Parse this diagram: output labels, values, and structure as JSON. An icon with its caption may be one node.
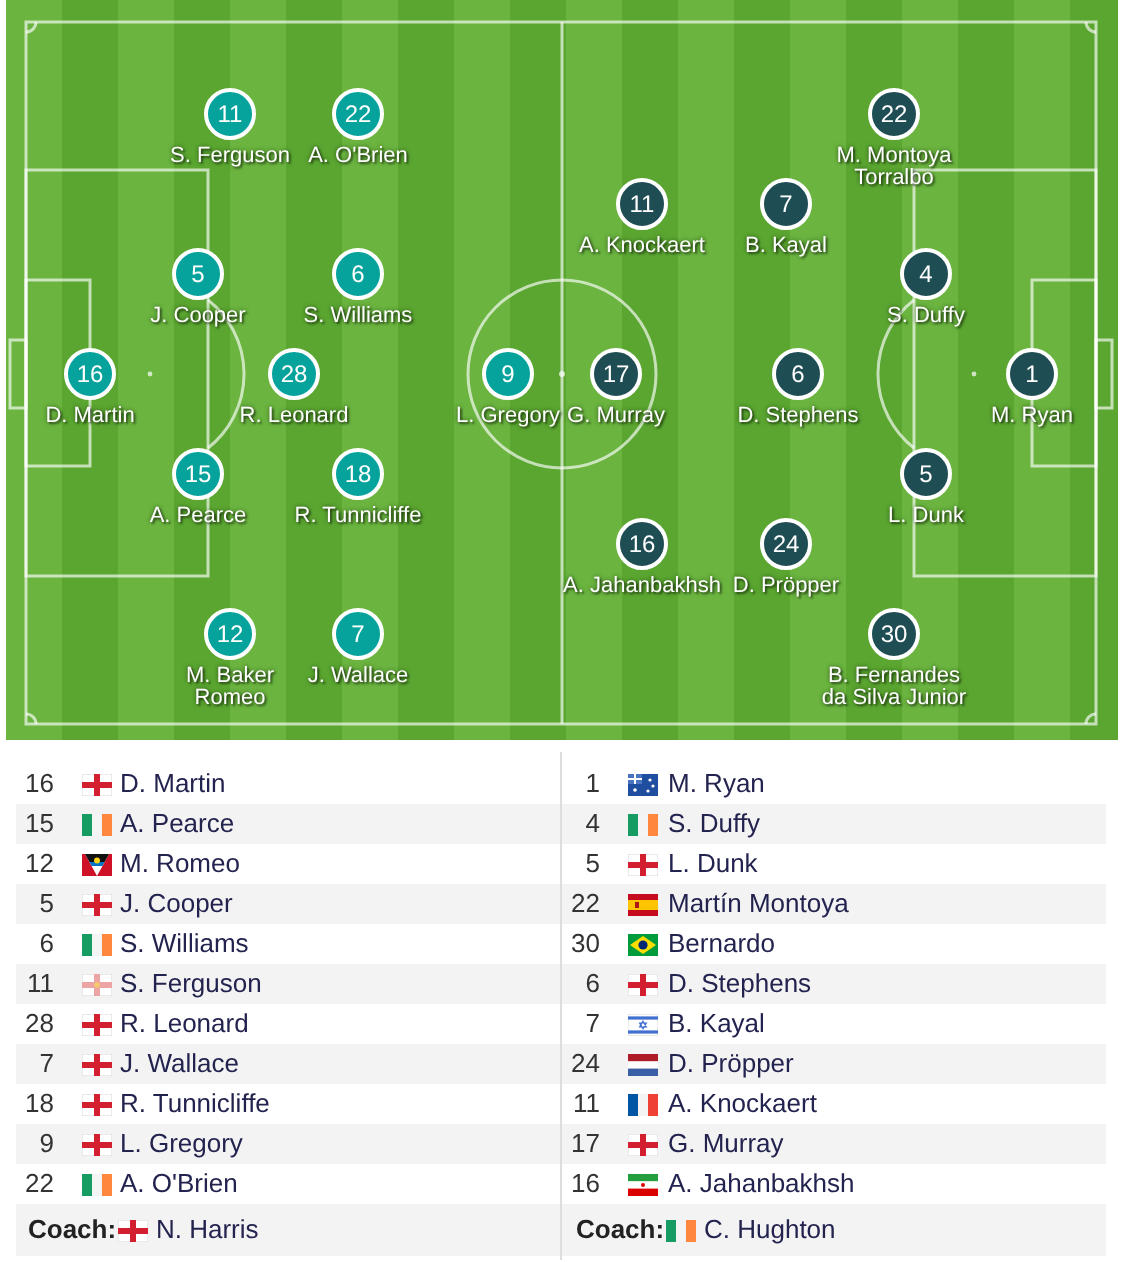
{
  "diagram": {
    "nodes": [
      {
        "text": [
          "11"
        ],
        "beside": [
          "S. Ferguson"
        ]
      },
      {
        "text": [
          "22"
        ],
        "beside": [
          "A. O'Brien"
        ]
      },
      {
        "text": [
          "5"
        ],
        "beside": [
          "J. Cooper"
        ]
      },
      {
        "text": [
          "6"
        ],
        "beside": [
          "S. Williams"
        ]
      },
      {
        "text": [
          "16"
        ],
        "beside": [
          "D. Martin"
        ]
      },
      {
        "text": [
          "28"
        ],
        "beside": [
          "R. Leonard"
        ]
      },
      {
        "text": [
          "9"
        ],
        "beside": [
          "L. Gregory"
        ]
      },
      {
        "text": [
          "15"
        ],
        "beside": [
          "A. Pearce"
        ]
      },
      {
        "text": [
          "18"
        ],
        "beside": [
          "R. Tunnicliffe"
        ]
      },
      {
        "text": [
          "12"
        ],
        "beside": [
          "M. Baker Romeo"
        ]
      },
      {
        "text": [
          "7"
        ],
        "beside": [
          "J. Wallace"
        ]
      },
      {
        "text": [
          "22"
        ],
        "beside": [
          "M. Montoya Torralbo"
        ]
      },
      {
        "text": [
          "11"
        ],
        "beside": [
          "A. Knockaert"
        ]
      },
      {
        "text": [
          "7"
        ],
        "beside": [
          "B. Kayal"
        ]
      },
      {
        "text": [
          "4"
        ],
        "beside": [
          "S. Duffy"
        ]
      },
      {
        "text": [
          "17"
        ],
        "beside": [
          "G. Murray"
        ]
      },
      {
        "text": [
          "6"
        ],
        "beside": [
          "D. Stephens"
        ]
      },
      {
        "text": [
          "1"
        ],
        "beside": [
          "M. Ryan"
        ]
      },
      {
        "text": [
          "5"
        ],
        "beside": [
          "L. Dunk"
        ]
      },
      {
        "text": [
          "16"
        ],
        "beside": [
          "A. Jahanbakhsh"
        ]
      },
      {
        "text": [
          "24"
        ],
        "beside": [
          "D. Pröpper"
        ]
      },
      {
        "text": [
          "30"
        ],
        "beside": [
          "B. Fernandes da Silva Junior"
        ]
      }
    ],
    "labels": [
      "16",
      "D. Martin",
      "15",
      "A. Pearce",
      "12",
      "M. Romeo",
      "5",
      "J. Cooper",
      "6",
      "S. Williams",
      "11",
      "S. Ferguson",
      "28",
      "R. Leonard",
      "7",
      "J. Wallace",
      "18",
      "R. Tunnicliffe",
      "9",
      "L. Gregory",
      "22",
      "A. O'Brien",
      "Coach:",
      "N. Harris",
      "1",
      "M. Ryan",
      "4",
      "S. Duffy",
      "5",
      "L. Dunk",
      "22",
      "Martín Montoya",
      "30",
      "Bernardo",
      "6",
      "D. Stephens",
      "7",
      "B. Kayal",
      "24",
      "D. Pröpper",
      "11",
      "A. Knockaert",
      "17",
      "G. Murray",
      "16",
      "A. Jahanbakhsh",
      "Coach:",
      "C. Hughton"
    ]
  }
}
